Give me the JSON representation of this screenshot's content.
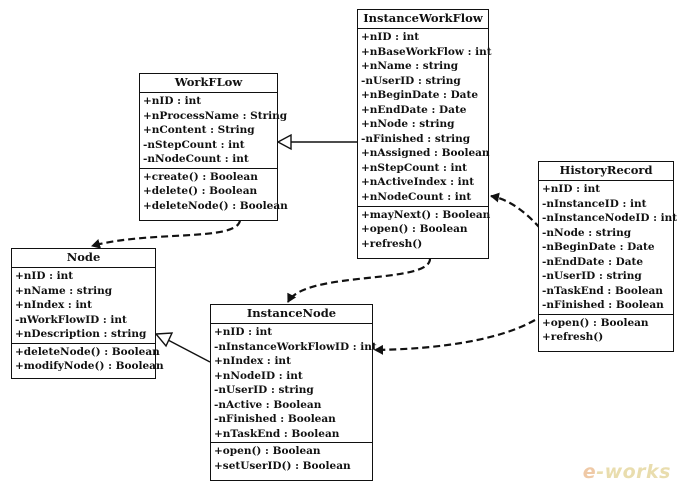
{
  "classes": [
    {
      "key": "instance_work_flow",
      "name": "InstanceWorkFlow",
      "attributes": [
        "+nID : int",
        "+nBaseWorkFlow : int",
        "+nName : string",
        "-nUserID : string",
        "+nBeginDate : Date",
        "+nEndDate : Date",
        "+nNode : string",
        "-nFinished : string",
        "+nAssigned : Boolean",
        "+nStepCount : int",
        "+nActiveIndex : int",
        "+nNodeCount : int"
      ],
      "methods": [
        "+mayNext() : Boolean",
        "+open() : Boolean",
        "+refresh()"
      ]
    },
    {
      "key": "work_flow",
      "name": "WorkFLow",
      "attributes": [
        "+nID : int",
        "+nProcessName : String",
        "+nContent : String",
        "-nStepCount : int",
        "-nNodeCount : int"
      ],
      "methods": [
        "+create() : Boolean",
        "+delete() : Boolean",
        "+deleteNode() : Boolean"
      ]
    },
    {
      "key": "history_record",
      "name": "HistoryRecord",
      "attributes": [
        "+nID : int",
        "-nInstanceID : int",
        "-nInstanceNodeID : int",
        "-nNode : string",
        "-nBeginDate : Date",
        "-nEndDate : Date",
        "-nUserID : string",
        "-nTaskEnd : Boolean",
        "-nFinished : Boolean"
      ],
      "methods": [
        "+open() : Boolean",
        "+refresh()"
      ]
    },
    {
      "key": "node",
      "name": "Node",
      "attributes": [
        "+nID : int",
        "+nName : string",
        "+nIndex : int",
        "-nWorkFlowID : int",
        "+nDescription : string"
      ],
      "methods": [
        "+deleteNode() : Boolean",
        "+modifyNode() : Boolean"
      ]
    },
    {
      "key": "instance_node",
      "name": "InstanceNode",
      "attributes": [
        "+nID : int",
        "-nInstanceWorkFlowID : int",
        "+nIndex : int",
        "+nNodeID : int",
        "-nUserID : string",
        "-nActive : Boolean",
        "-nFinished : Boolean",
        "+nTaskEnd : Boolean"
      ],
      "methods": [
        "+open() : Boolean",
        "+setUserID() : Boolean"
      ]
    }
  ],
  "relations": [
    {
      "from": "instance_work_flow",
      "to": "work_flow",
      "type": "generalization"
    },
    {
      "from": "instance_node",
      "to": "node",
      "type": "generalization"
    },
    {
      "from": "work_flow",
      "to": "node",
      "type": "dependency"
    },
    {
      "from": "instance_work_flow",
      "to": "instance_node",
      "type": "dependency"
    },
    {
      "from": "history_record",
      "to": "instance_work_flow",
      "type": "dependency"
    },
    {
      "from": "history_record",
      "to": "instance_node",
      "type": "dependency"
    }
  ],
  "watermark": {
    "prefix": "e",
    "rest": "-works"
  }
}
